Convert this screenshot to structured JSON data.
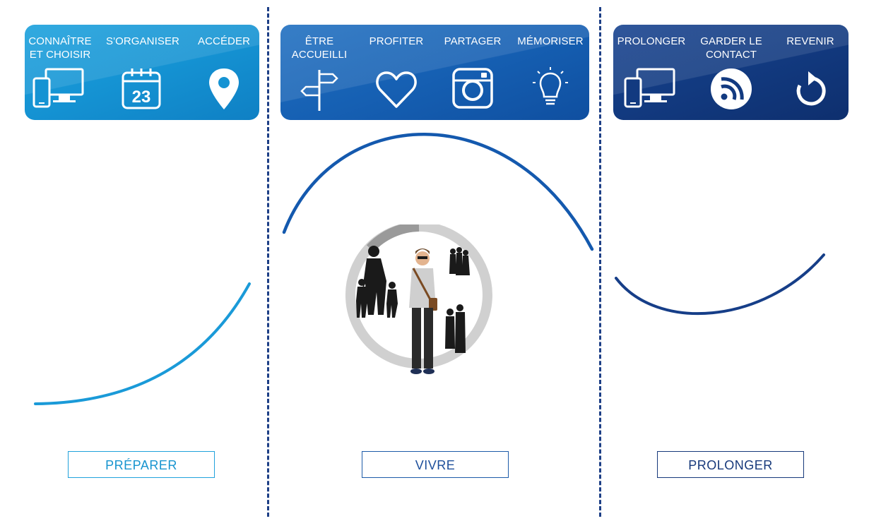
{
  "panels": [
    {
      "steps": [
        {
          "label": "CONNAÎTRE\nET CHOISIR",
          "icon": "devices-icon"
        },
        {
          "label": "S'ORGANISER",
          "icon": "calendar-icon",
          "icon_text": "23"
        },
        {
          "label": "ACCÉDER",
          "icon": "map-pin-icon"
        }
      ]
    },
    {
      "steps": [
        {
          "label": "ÊTRE\nACCUEILLI",
          "icon": "signpost-icon"
        },
        {
          "label": "PROFITER",
          "icon": "heart-icon"
        },
        {
          "label": "PARTAGER",
          "icon": "instagram-icon"
        },
        {
          "label": "MÉMORISER",
          "icon": "lightbulb-icon"
        }
      ]
    },
    {
      "steps": [
        {
          "label": "PROLONGER",
          "icon": "devices-icon"
        },
        {
          "label": "GARDER LE\nCONTACT",
          "icon": "rss-icon"
        },
        {
          "label": "REVENIR",
          "icon": "replay-icon"
        }
      ]
    }
  ],
  "phases": {
    "prepare": "PRÉPARER",
    "live": "VIVRE",
    "extend": "PROLONGER"
  },
  "colors": {
    "prepare": "#1593d3",
    "live": "#1660b3",
    "extend": "#123a80",
    "divider": "#1d3f86"
  }
}
